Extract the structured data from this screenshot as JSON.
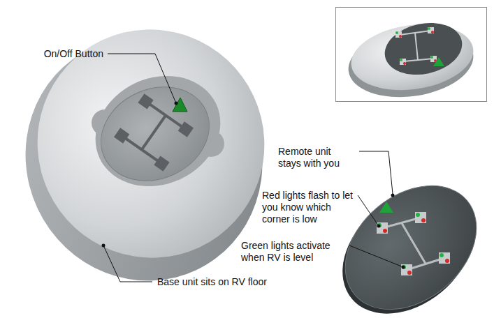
{
  "diagram": {
    "labels": [
      "On/Off Button",
      "Remote unit stays with you",
      "Red lights flash to let you know which corner is low",
      "Green lights activate when RV is level",
      "Base unit sits on RV floor"
    ]
  }
}
